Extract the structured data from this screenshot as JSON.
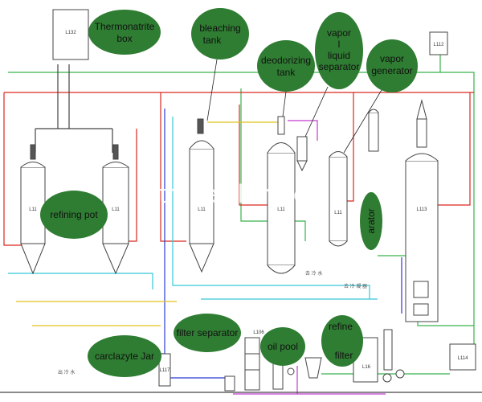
{
  "diagram": {
    "labels": {
      "thermonatrite_box": [
        "Thermonatrite",
        "box"
      ],
      "bleaching_tank": [
        "bleaching",
        "tank"
      ],
      "deodorizing_tank": [
        "deodorizing",
        "tank"
      ],
      "vapor_liquid_separator": [
        "vapor",
        "l",
        "liquid",
        "separator"
      ],
      "vapor_generator": [
        "vapor",
        "generator"
      ],
      "refining_pot": "refining pot",
      "separator_partial": "arator",
      "carclazyte_jar": "carclazyte Jar",
      "filter_separator": "filter separator",
      "oil_pool": "oil pool",
      "refine_filter": [
        "refine",
        "filter"
      ]
    },
    "equipment_tags": {
      "thermo_box": "L132",
      "refining_pot_1": "L11",
      "refining_pot_2": "L11",
      "bleaching": "L11",
      "deodorizing": "L11",
      "separator_column": "L11",
      "generator": "L113",
      "top_right_box": "L112",
      "bottom_right_box": "L114",
      "carclazyte": "L117",
      "filter": "L106",
      "refine_filter_unit": "L16"
    },
    "notes": {
      "note_1": "去 冷 水",
      "note_2": "去 冷 凝 器",
      "note_3": "出 冷 水"
    },
    "watermark": "trade.china.cn",
    "colors": {
      "bubble_fill": "#2f7d32",
      "red_line": "#d9281e",
      "green_line": "#37b24d",
      "blue_line": "#2b3bd6",
      "cyan_line": "#36c7d9",
      "yellow_line": "#e0c21b",
      "magenta_line": "#c43bd0",
      "equipment_stroke": "#444444"
    }
  }
}
